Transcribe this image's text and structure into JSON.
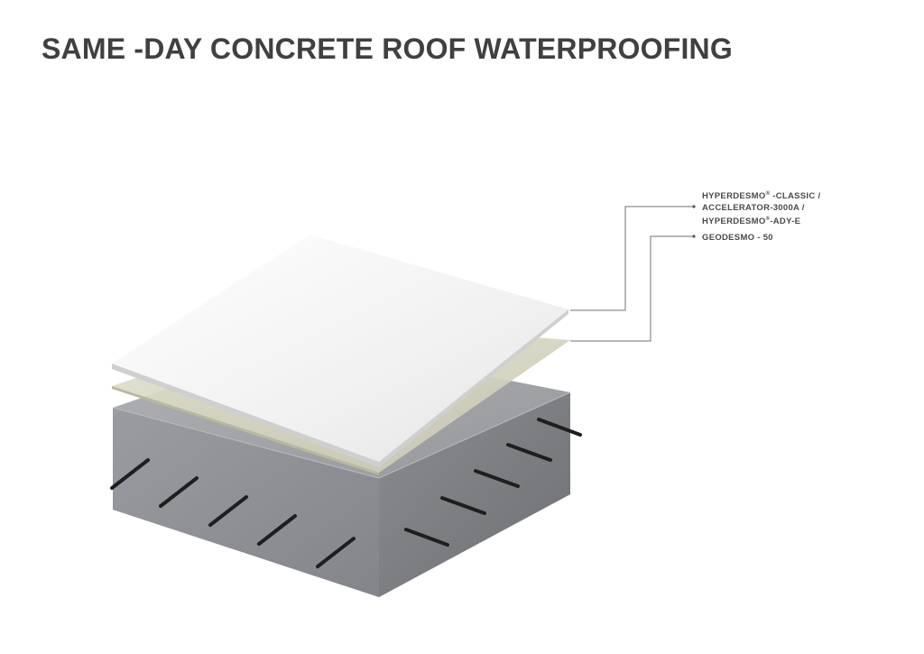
{
  "title": "SAME -DAY CONCRETE ROOF WATERPROOFING",
  "labels": {
    "top_layer": {
      "line1_a": "HYPERDESMO",
      "line1_b": "®",
      "line1_c": " -CLASSIC /",
      "line2": "ACCELERATOR-3000A /",
      "line3_a": "HYPERDESMO",
      "line3_b": "®",
      "line3_c": "-ADY-E"
    },
    "middle_layer": "GEODESMO - 50"
  },
  "colors": {
    "title": "#404040",
    "top_membrane": "#f2f2f2",
    "geotextile": "#d9d8c4",
    "concrete_left": "#8f9196",
    "concrete_right": "#7a7c80",
    "concrete_top": "#a3a5a9",
    "rebar": "#1e1e1e",
    "leader_line": "#707070"
  }
}
